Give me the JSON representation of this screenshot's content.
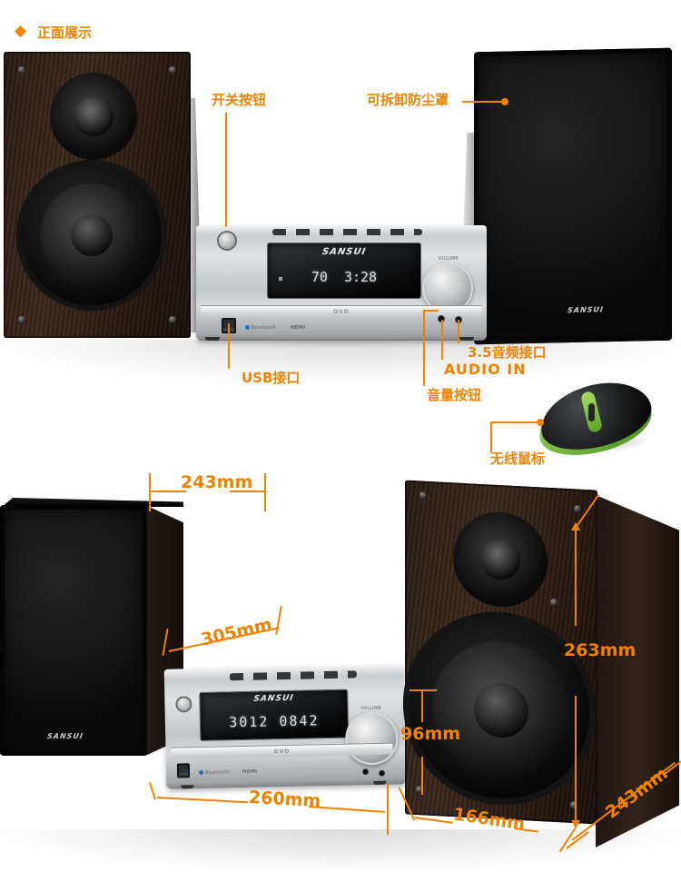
{
  "header": {
    "title": "正面展示"
  },
  "brand": "SANSUI",
  "colors": {
    "accent": "#f08200",
    "mouse_green": "#7dc242"
  },
  "front_view": {
    "display": {
      "track": "70",
      "time": "3:28"
    },
    "unit_badges": {
      "bluetooth": "Bluetooth",
      "hdmi": "HDMI",
      "dvd": "DVD",
      "volume": "VOLUME"
    },
    "annotations": {
      "power": "开关按钮",
      "dust_cover": "可拆卸防尘罩",
      "usb": "USB接口",
      "jack35": "3.5音频接口",
      "audio_in": "AUDIO IN",
      "volume": "音量按钮",
      "mouse": "无线鼠标"
    }
  },
  "dimension_view": {
    "display": {
      "digits": "3012 0842"
    },
    "unit_badges": {
      "bluetooth": "Bluetooth",
      "hdmi": "HDMI",
      "dvd": "DVD",
      "volume": "VOLUME"
    },
    "dimensions": {
      "top_width": "243mm",
      "left_depth": "305mm",
      "right_height": "263mm",
      "unit_height": "96mm",
      "unit_width": "260mm",
      "right_width": "166mm",
      "right_depth": "243mm"
    }
  }
}
